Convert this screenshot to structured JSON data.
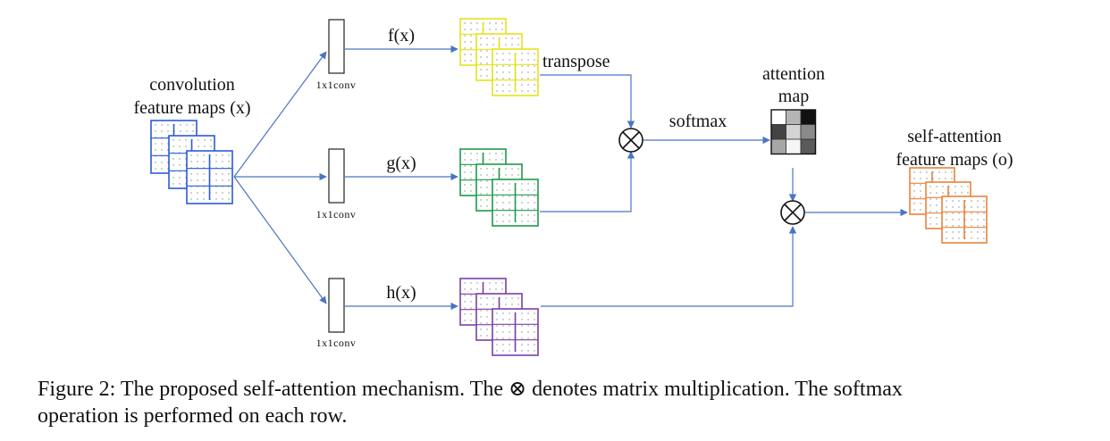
{
  "diagram": {
    "input": {
      "label_line1": "convolution",
      "label_line2": "feature maps (x)",
      "color": "#2a5bd7"
    },
    "branches": [
      {
        "id": "f",
        "conv_label": "1x1conv",
        "fn_label": "f(x)",
        "color": "#e6e21a"
      },
      {
        "id": "g",
        "conv_label": "1x1conv",
        "fn_label": "g(x)",
        "color": "#1e9a4a"
      },
      {
        "id": "h",
        "conv_label": "1x1conv",
        "fn_label": "h(x)",
        "color": "#7b3fa6"
      }
    ],
    "transpose_label": "transpose",
    "softmax_label": "softmax",
    "matmul_symbol": "⊗",
    "attention_map": {
      "label_line1": "attention",
      "label_line2": "map",
      "cells": [
        "#ffffff",
        "#b5b5b5",
        "#111111",
        "#444444",
        "#d4d4d4",
        "#8a8a8a",
        "#a6a6a6",
        "#f5f5f5",
        "#5a5a5a"
      ]
    },
    "output": {
      "label_line1": "self-attention",
      "label_line2": "feature maps (o)",
      "color": "#e8843a"
    },
    "arrow_color": "#4a74c4"
  },
  "caption": {
    "line1": "Figure 2: The proposed self-attention mechanism. The ⊗ denotes matrix multiplication. The softmax",
    "line2": "operation is performed on each row."
  }
}
